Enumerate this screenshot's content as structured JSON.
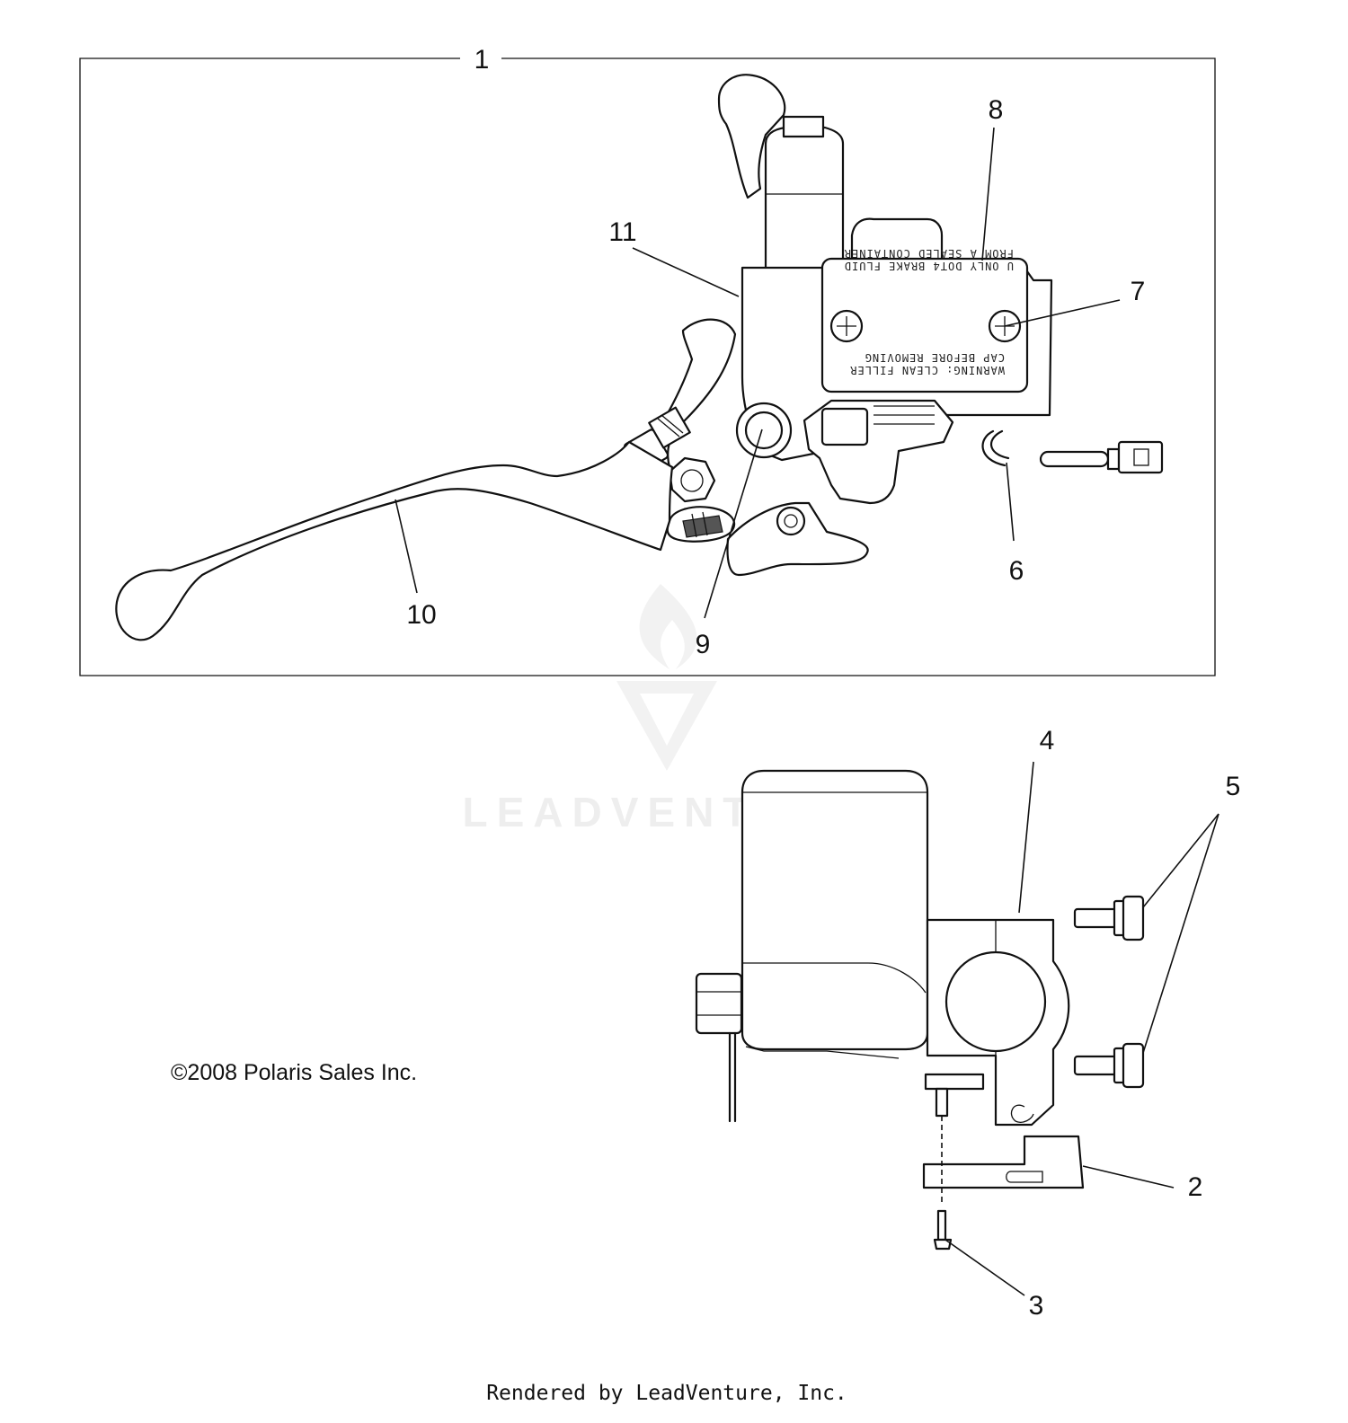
{
  "callouts": {
    "c1": "1",
    "c2": "2",
    "c3": "3",
    "c4": "4",
    "c5": "5",
    "c6": "6",
    "c7": "7",
    "c8": "8",
    "c9": "9",
    "c10": "10",
    "c11": "11"
  },
  "reservoir_label": {
    "line1": "FROM A SEALED CONTAINER",
    "line2": "U   ONLY DOT4 BRAKE FLUID",
    "line3": "CAP BEFORE REMOVING",
    "line4": "WARNING: CLEAN FILLER"
  },
  "copyright": "©2008 Polaris Sales Inc.",
  "watermark": "LEADVENTURE",
  "footer": "Rendered by LeadVenture, Inc.",
  "colors": {
    "line": "#111111",
    "watermark": "#eeeeee",
    "background": "#ffffff"
  }
}
